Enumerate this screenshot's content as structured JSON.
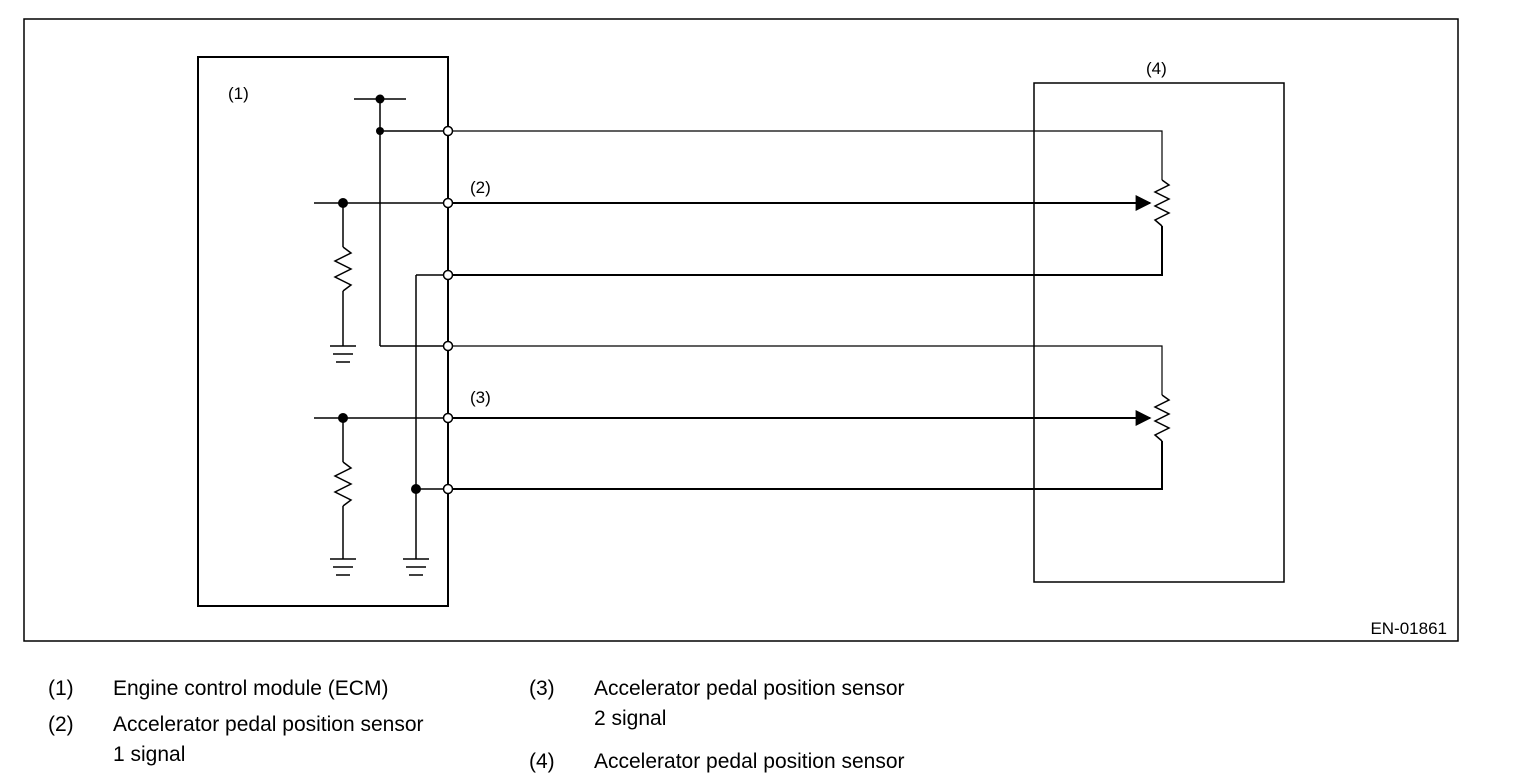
{
  "diagram": {
    "figure_id": "EN-01861",
    "callouts": {
      "ecm": "(1)",
      "signal1": "(2)",
      "signal2": "(3)",
      "sensor": "(4)"
    }
  },
  "legend": [
    {
      "num": "(1)",
      "lines": [
        "Engine control module (ECM)"
      ]
    },
    {
      "num": "(2)",
      "lines": [
        "Accelerator pedal position sensor",
        "1 signal"
      ]
    },
    {
      "num": "(3)",
      "lines": [
        "Accelerator pedal position sensor",
        "2 signal"
      ]
    },
    {
      "num": "(4)",
      "lines": [
        "Accelerator pedal position sensor"
      ]
    }
  ]
}
